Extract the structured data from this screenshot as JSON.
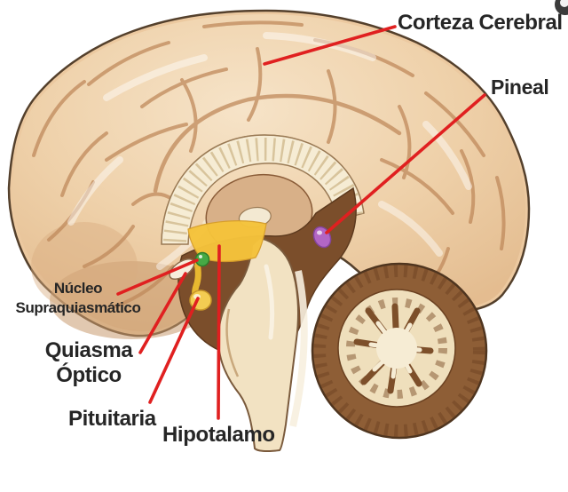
{
  "labels": {
    "corteza_cerebral": "Corteza Cerebral",
    "pineal": "Pineal",
    "nucleo_supraquiasmatico": [
      "Núcleo",
      "Supraquiasmático"
    ],
    "quiasma_optico": [
      "Quiasma",
      "Óptico"
    ],
    "pituitaria": "Pituitaria",
    "hipotalamo": "Hipotalamo"
  },
  "colors": {
    "annotation_red": "#e02020",
    "label_text": "#262626",
    "cortex_cream": "#ecc9a0",
    "hypothalamus_yellow": "#f5c33b",
    "pituitary_yellow": "#f3cc52",
    "scn_green": "#46a945",
    "pineal_purple": "#b266c4",
    "midbrain_brown": "#7b4e2b",
    "cerebellum_brown": "#8e5e36",
    "brainstem_cream": "#f2e2c2"
  }
}
